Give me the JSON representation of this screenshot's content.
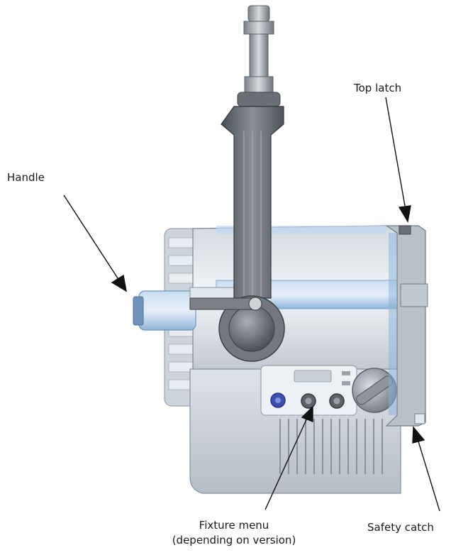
{
  "labels": {
    "handle": "Handle",
    "top_latch": "Top latch",
    "safety_catch": "Safety catch",
    "fixture_menu_line1": "Fixture menu",
    "fixture_menu_line2": "(depending on version)"
  },
  "colors": {
    "body_light": "#e4e8ee",
    "body_mid": "#b9c1cc",
    "accent_blue": "#9ec3e6",
    "arm_dark": "#5d6168",
    "knob_blue": "#3d4fb0"
  }
}
